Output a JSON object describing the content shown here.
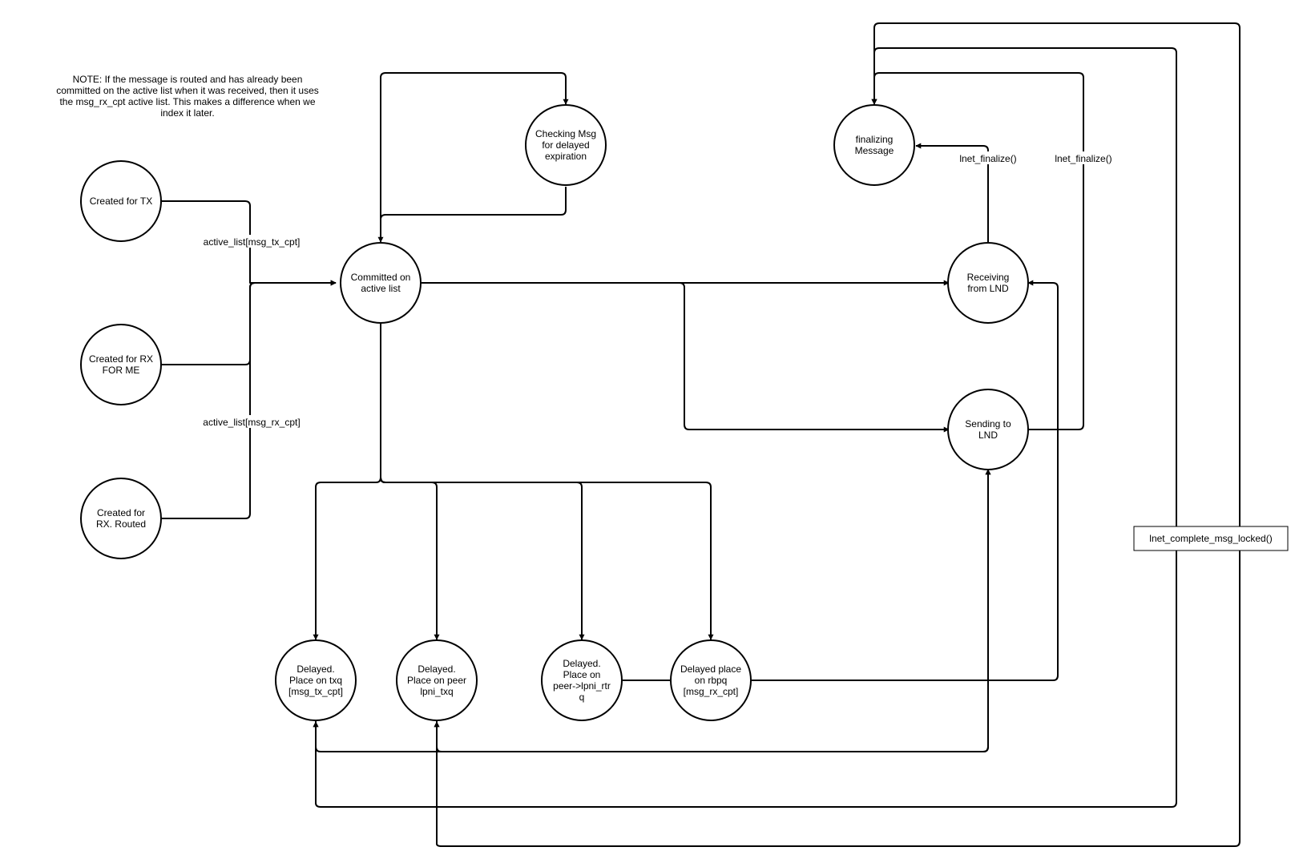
{
  "note": {
    "lines": [
      "NOTE: If the message is routed and has already been",
      "committed on the active list when it was received, then it uses",
      "the msg_rx_cpt active list. This makes a difference when we",
      "index it later."
    ]
  },
  "nodes": {
    "created_tx": {
      "lines": [
        "Created for TX"
      ]
    },
    "created_rx_me": {
      "lines": [
        "Created for RX",
        "FOR ME"
      ]
    },
    "created_rx_routed": {
      "lines": [
        "Created for",
        "RX. Routed"
      ]
    },
    "committed": {
      "lines": [
        "Committed on",
        "active list"
      ]
    },
    "checking": {
      "lines": [
        "Checking Msg",
        "for delayed",
        "expiration"
      ]
    },
    "finalizing": {
      "lines": [
        "finalizing",
        "Message"
      ]
    },
    "receiving": {
      "lines": [
        "Receiving",
        "from LND"
      ]
    },
    "sending": {
      "lines": [
        "Sending to",
        "LND"
      ]
    },
    "delayed_txq": {
      "lines": [
        "Delayed.",
        "Place on txq",
        "[msg_tx_cpt]"
      ]
    },
    "delayed_peer_txq": {
      "lines": [
        "Delayed.",
        "Place on peer",
        "lpni_txq"
      ]
    },
    "delayed_rtrq": {
      "lines": [
        "Delayed.",
        "Place on",
        "peer->lpni_rtr",
        "q"
      ]
    },
    "delayed_rbpq": {
      "lines": [
        "Delayed place",
        "on rbpq",
        "[msg_rx_cpt]"
      ]
    }
  },
  "edge_labels": {
    "tx_cpt": "active_list[msg_tx_cpt]",
    "rx_cpt": "active_list[msg_rx_cpt]",
    "finalize_1": "lnet_finalize()",
    "finalize_2": "lnet_finalize()"
  },
  "box": {
    "label": "lnet_complete_msg_locked()"
  }
}
